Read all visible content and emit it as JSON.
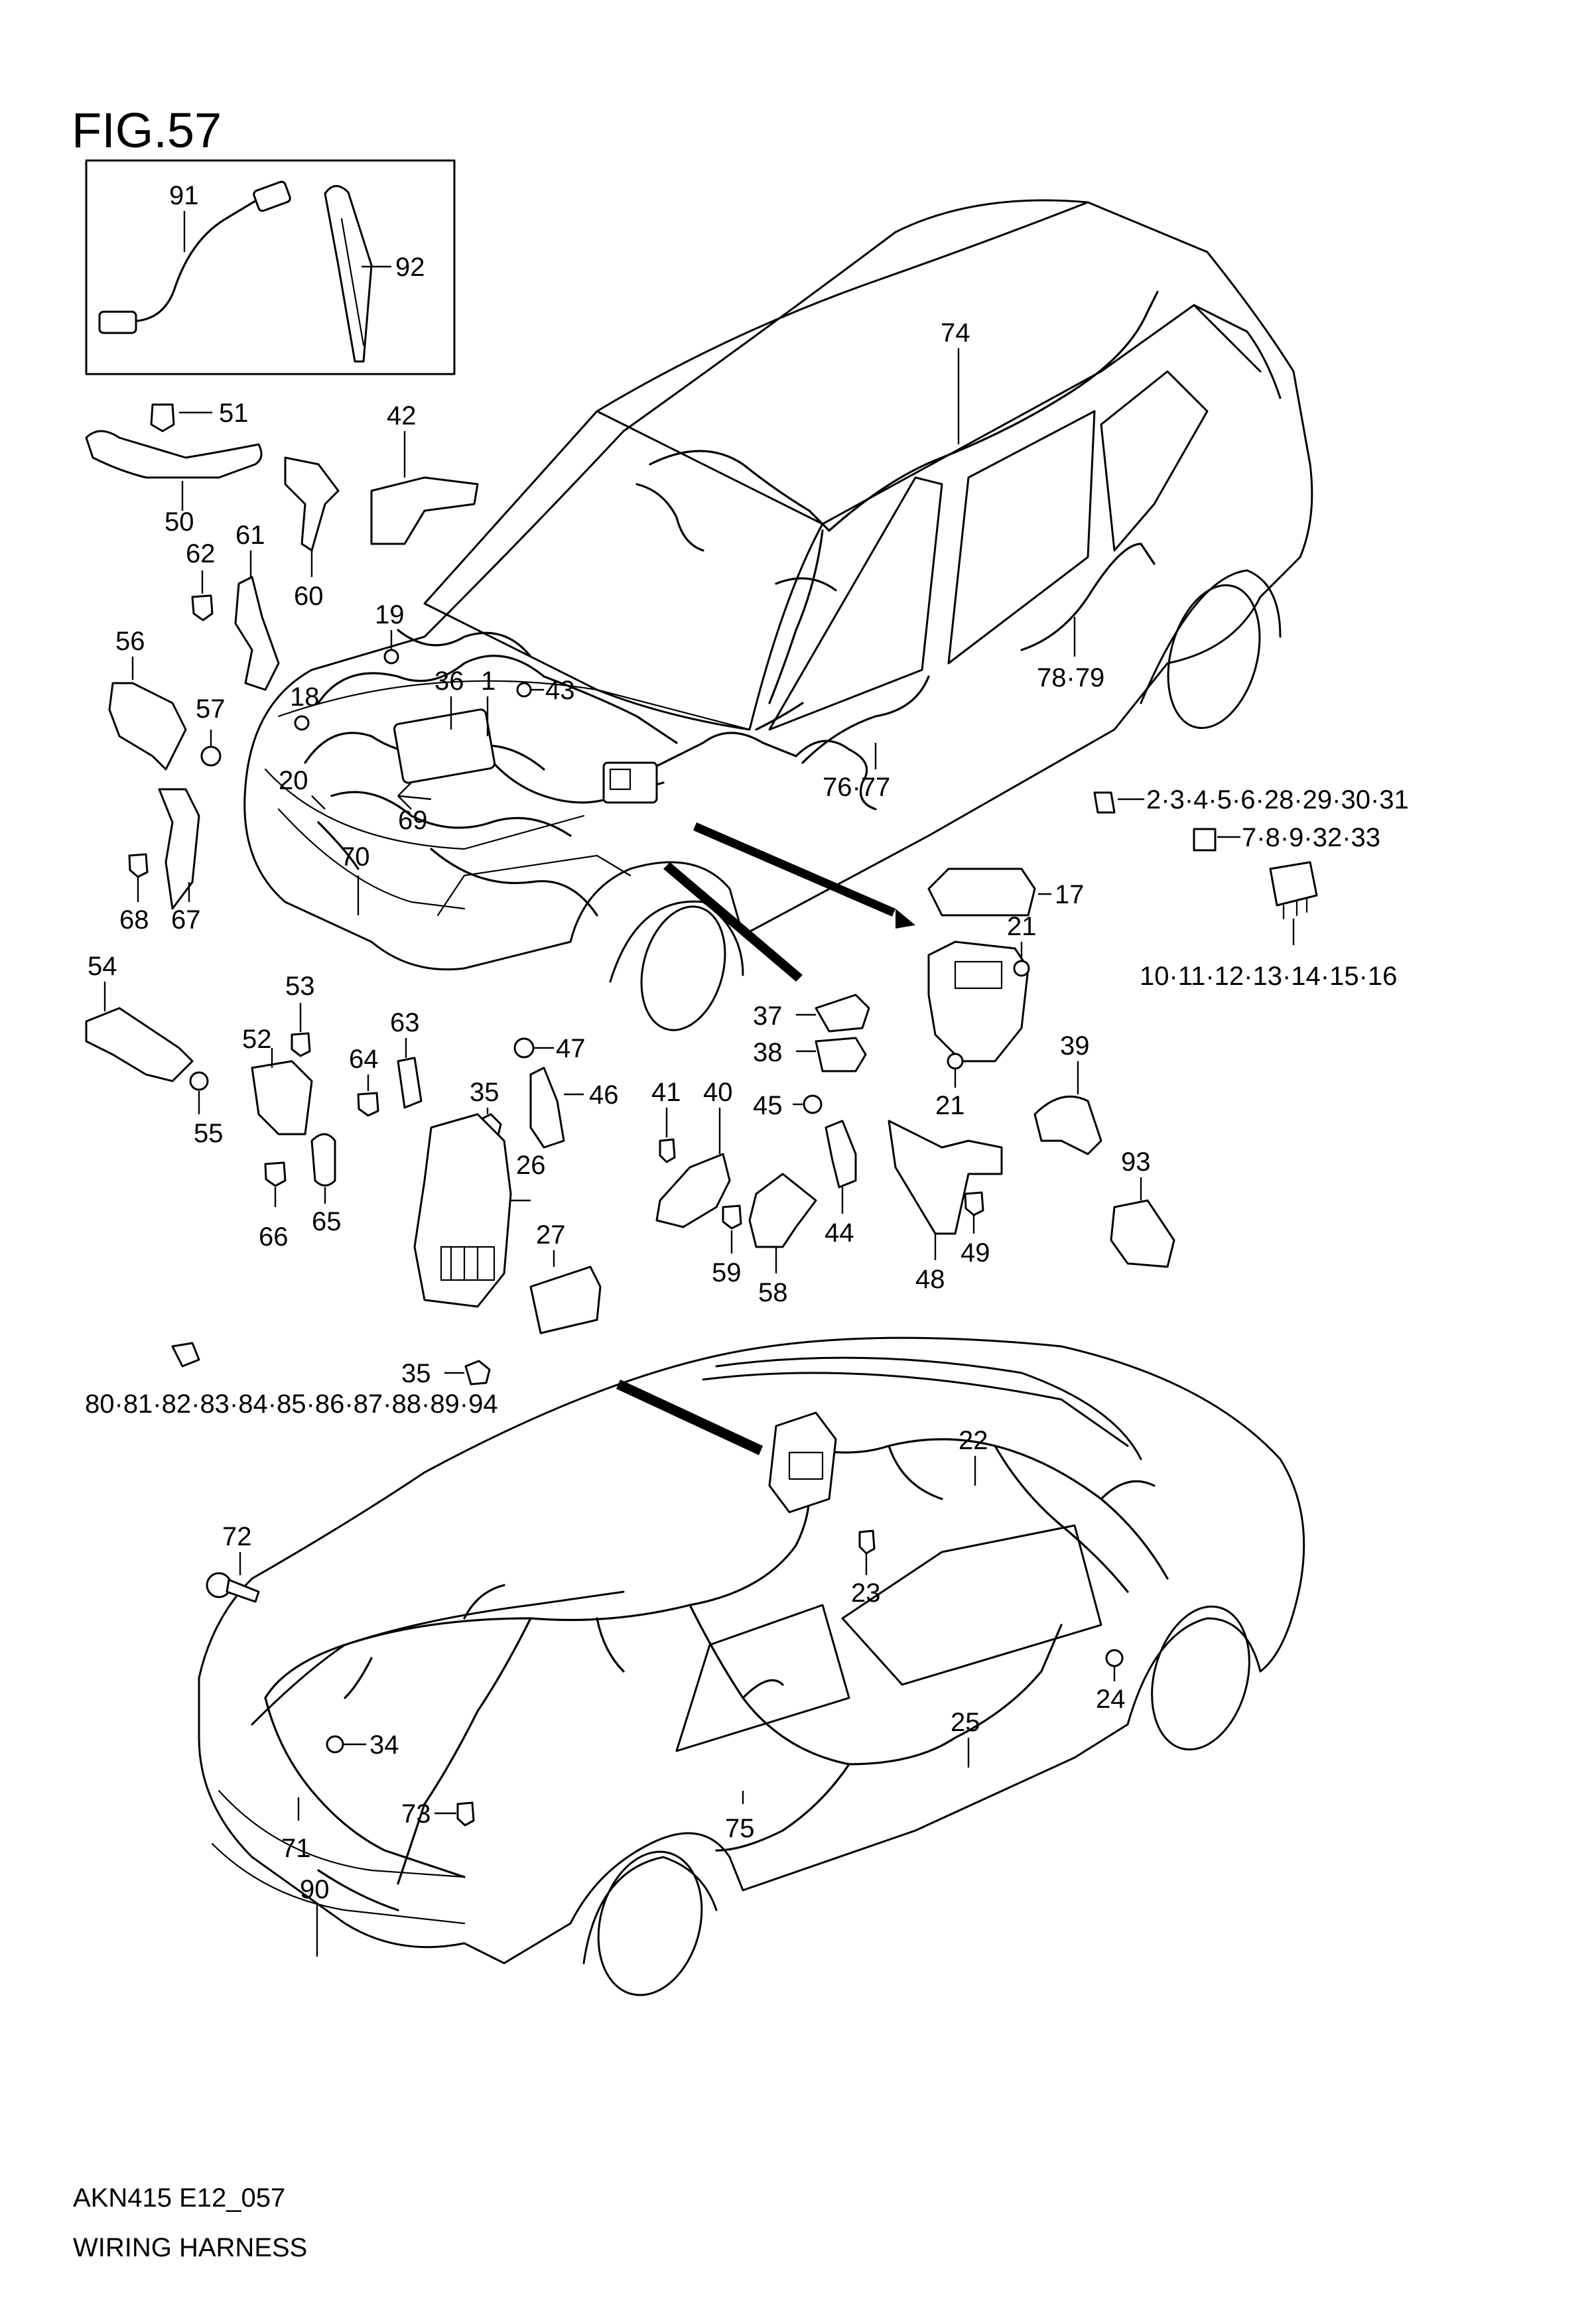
{
  "figure": {
    "title": "FIG.57",
    "code": "AKN415 E12_057",
    "name": "WIRING HARNESS"
  },
  "callouts": {
    "c1": "1",
    "c17": "17",
    "c18": "18",
    "c19": "19",
    "c20": "20",
    "c21a": "21",
    "c21b": "21",
    "c22": "22",
    "c23": "23",
    "c24": "24",
    "c25": "25",
    "c26": "26",
    "c27": "27",
    "c34": "34",
    "c35a": "35",
    "c35b": "35",
    "c36": "36",
    "c37": "37",
    "c38": "38",
    "c39": "39",
    "c40": "40",
    "c41": "41",
    "c42": "42",
    "c43": "43",
    "c44": "44",
    "c45": "45",
    "c46": "46",
    "c47": "47",
    "c48": "48",
    "c49": "49",
    "c50": "50",
    "c51": "51",
    "c52": "52",
    "c53": "53",
    "c54": "54",
    "c55": "55",
    "c56": "56",
    "c57": "57",
    "c58": "58",
    "c59": "59",
    "c60": "60",
    "c61": "61",
    "c62": "62",
    "c63": "63",
    "c64": "64",
    "c65": "65",
    "c66": "66",
    "c67": "67",
    "c68": "68",
    "c69": "69",
    "c70": "70",
    "c71": "71",
    "c72": "72",
    "c73": "73",
    "c74": "74",
    "c75": "75",
    "c90": "90",
    "c91": "91",
    "c92": "92",
    "c93": "93",
    "c7677": "76·77",
    "c7879": "78·79",
    "fuses": "2·3·4·5·6·28·29·30·31",
    "minifuses": "7·8·9·32·33",
    "relays": "10·11·12·13·14·15·16",
    "clips": "80·81·82·83·84·85·86·87·88·89·94"
  }
}
